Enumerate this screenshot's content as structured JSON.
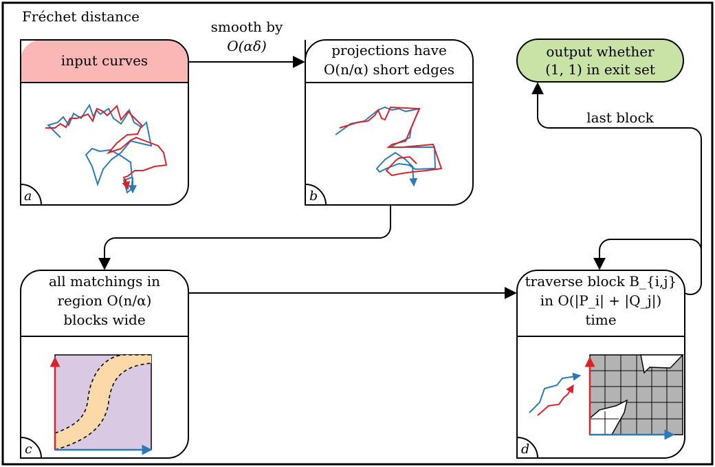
{
  "title": "Fréchet distance",
  "colors": {
    "red": "#d8232a",
    "blue": "#2a7ab8",
    "input_fill": "#fbb6b6",
    "output_fill": "#c9e3a6",
    "region_fill": "#d9c9e3",
    "band_fill": "#fcd9a8",
    "grid_fill": "#b3b3b3"
  },
  "edges": {
    "smooth_line1": "smooth by",
    "smooth_line2": "O(αδ)",
    "last_block": "last block"
  },
  "boxes": {
    "a": {
      "label": "a",
      "header": [
        "input curves"
      ]
    },
    "b": {
      "label": "b",
      "header": [
        "projections have",
        "O(n/α) short edges"
      ]
    },
    "c": {
      "label": "c",
      "header": [
        "all matchings in",
        "region O(n/α)",
        "blocks wide"
      ]
    },
    "d": {
      "label": "d",
      "header": [
        "traverse block B_{i,j}",
        "in O(|P_i| + |Q_j|)",
        "time"
      ]
    },
    "output": {
      "header": [
        "output whether",
        "(1, 1) in exit set"
      ]
    }
  }
}
